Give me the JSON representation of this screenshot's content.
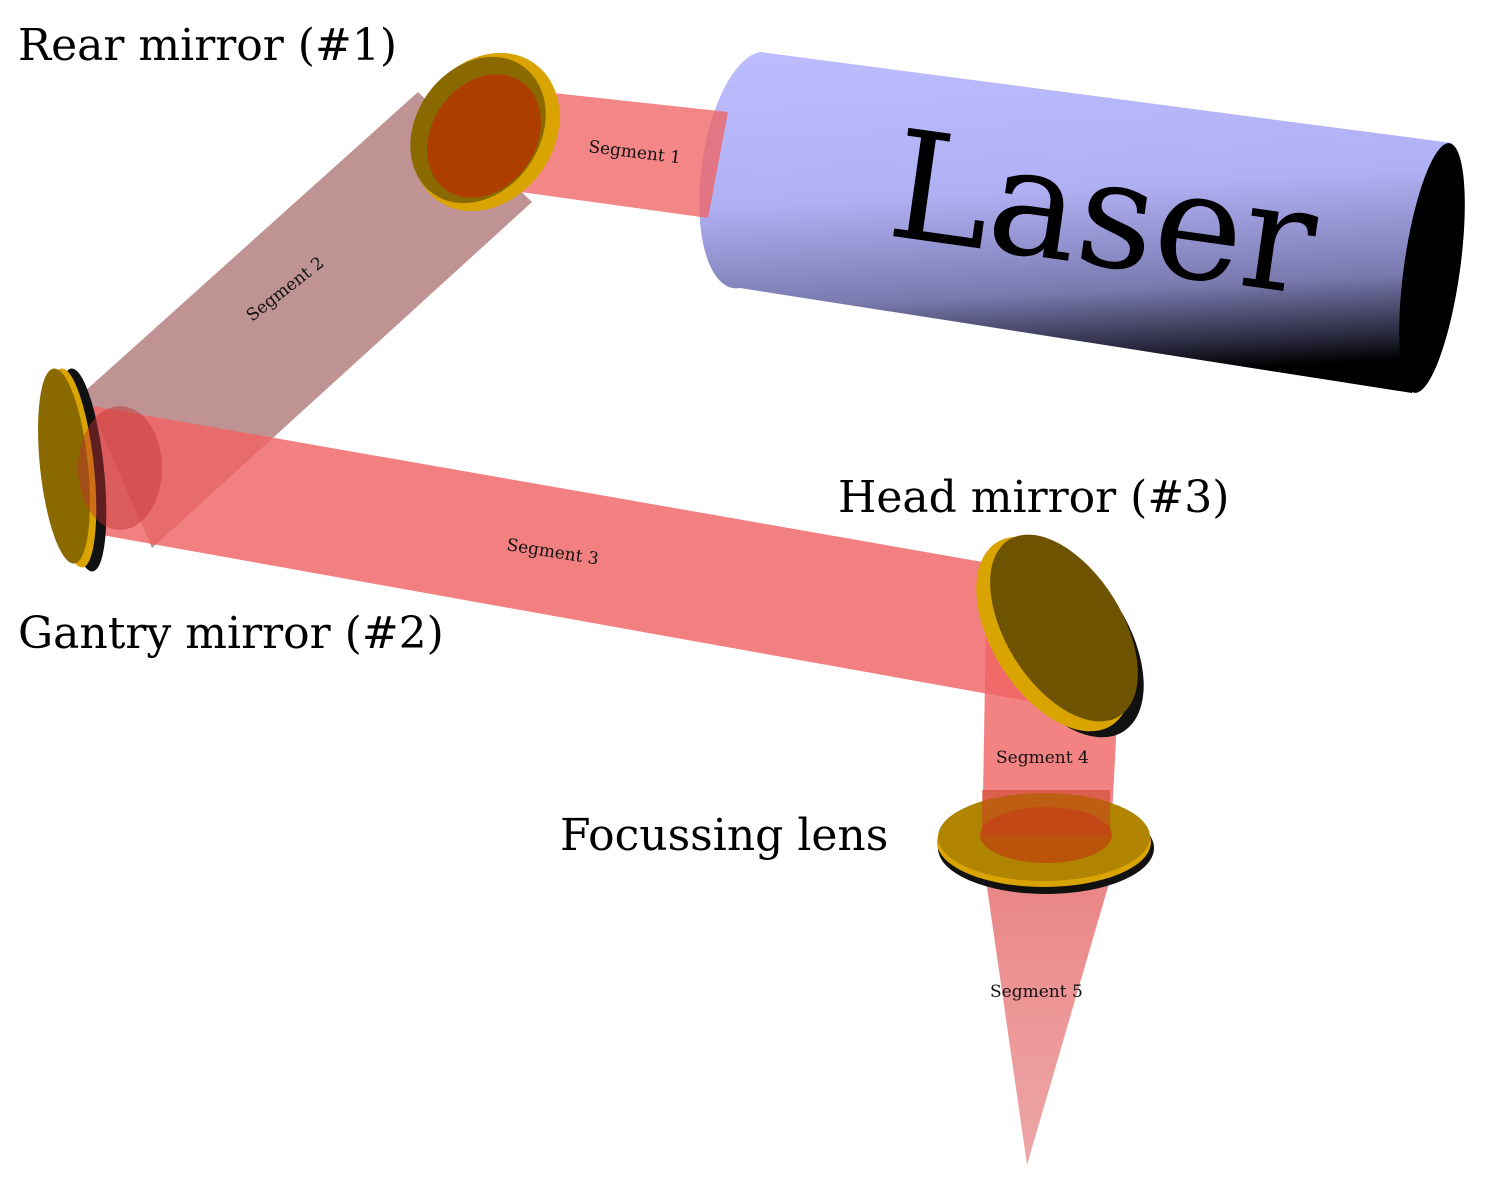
{
  "labels": {
    "rear_mirror": "Rear mirror (#1)",
    "gantry_mirror": "Gantry mirror (#2)",
    "head_mirror": "Head mirror (#3)",
    "focussing_lens": "Focussing lens",
    "laser": "Laser"
  },
  "segments": {
    "s1": "Segment 1",
    "s2": "Segment 2",
    "s3": "Segment 3",
    "s4": "Segment 4",
    "s5": "Segment 5"
  },
  "colors": {
    "beam": "#f06464",
    "mirror_face": "#6e5400",
    "mirror_edge": "#d9a300",
    "laser_body": "#b8b8ff"
  }
}
